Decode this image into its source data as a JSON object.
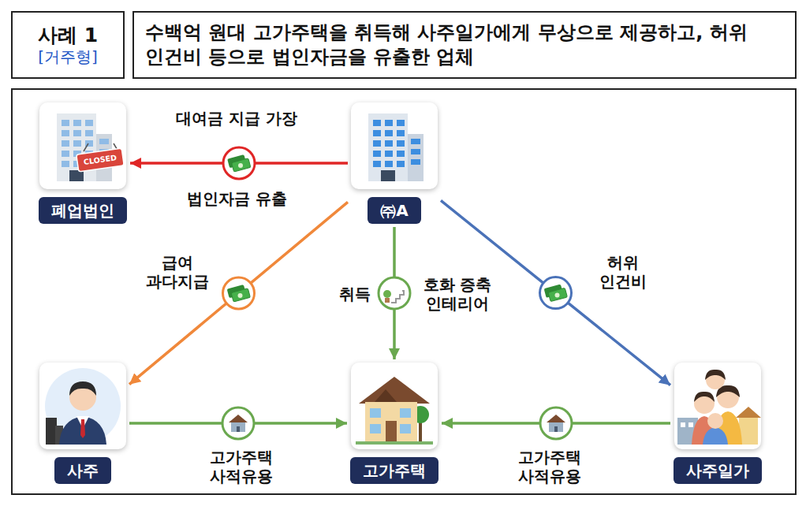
{
  "diagram": {
    "title": "수백억 원대 고가주택을 취득해 사주일가에게 무상으로 제공하고, 허위 인건비 등으로 법인자금을 유출한 업체",
    "nodes": [
      {
        "text": [
          "사례 1",
          "[거주형]"
        ]
      },
      {
        "text": [
          "폐업법인"
        ]
      },
      {
        "text": [
          "㈜A"
        ]
      },
      {
        "text": [
          "사주"
        ]
      },
      {
        "text": [
          "고가주택"
        ]
      },
      {
        "text": [
          "사주일가"
        ]
      }
    ],
    "edges": [
      {
        "from": 2,
        "to": 1,
        "arrow": "to",
        "label": "대여금 지급 가장"
      },
      {
        "from": 2,
        "to": 3,
        "arrow": "to",
        "label": "급여 과다지급"
      },
      {
        "from": 2,
        "to": 4,
        "arrow": "to",
        "label": "호화 증축 인테리어"
      },
      {
        "from": 2,
        "to": 5,
        "arrow": "to",
        "label": "허위 인건비"
      },
      {
        "from": 3,
        "to": 4,
        "arrow": "to",
        "label": "고가주택 사적유용"
      },
      {
        "from": 5,
        "to": 4,
        "arrow": "to",
        "label": "고가주택 사적유용"
      }
    ],
    "labels": [
      "법인자금 유출",
      "취득",
      "CLOSED"
    ]
  }
}
